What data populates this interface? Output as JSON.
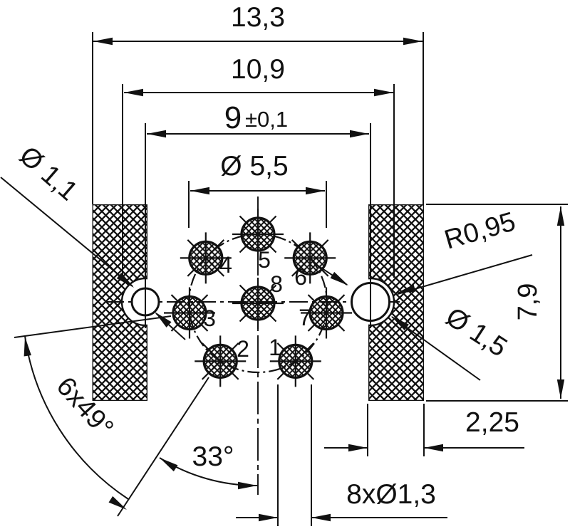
{
  "drawing": {
    "type": "technical-dimension-drawing",
    "background": "#ffffff",
    "line_color": "#111111",
    "dims": {
      "overall_width": "13,3",
      "inner_width": "10,9",
      "hole_spacing": "9",
      "hole_spacing_tol": "±0,1",
      "pin_circle_dia": "Ø 5,5",
      "left_hole_dia": "Ø 1,1",
      "keepout_radius": "R0,95",
      "right_hole_dia": "Ø 1,5",
      "body_height": "7,9",
      "strip_width": "2,25",
      "pin_hole_dia": "8xØ1,3",
      "first_pin_angle": "33°",
      "pin_pitch_angle": "6x49°"
    },
    "pins": [
      {
        "label": "1"
      },
      {
        "label": "2"
      },
      {
        "label": "3"
      },
      {
        "label": "4"
      },
      {
        "label": "5"
      },
      {
        "label": "6"
      },
      {
        "label": "7"
      },
      {
        "label": "8"
      }
    ]
  }
}
